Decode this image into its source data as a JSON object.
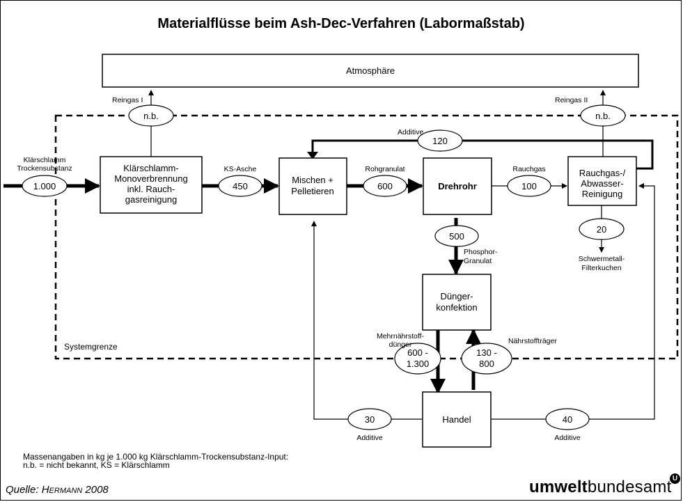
{
  "title": "Materialflüsse beim Ash-Dec-Verfahren (Labormaßstab)",
  "boxes": {
    "atmosphere": "Atmosphäre",
    "incineration": [
      "Klärschlamm-",
      "Monoverbrennung",
      "inkl. Rauch-",
      "gasreinigung"
    ],
    "mixing": [
      "Mischen +",
      "Pelletieren"
    ],
    "rotary_kiln": "Drehrohr",
    "flue_gas": [
      "Rauchgas-/",
      "Abwasser-",
      "Reinigung"
    ],
    "fertilizer": [
      "Dünger-",
      "konfektion"
    ],
    "trade": "Handel"
  },
  "flows": {
    "input": {
      "label": [
        "Klärschlamm",
        "Trockensubstanz"
      ],
      "value": "1.000"
    },
    "ks_asche": {
      "label": "KS-Asche",
      "value": "450"
    },
    "rohgranulat": {
      "label": "Rohgranulat",
      "value": "600"
    },
    "rauchgas": {
      "label": "Rauchgas",
      "value": "100"
    },
    "reingas_1": {
      "label": "Reingas I",
      "value": "n.b."
    },
    "reingas_2": {
      "label": "Reingas II",
      "value": "n.b."
    },
    "additive_loop": {
      "label": "Additive",
      "value": "120"
    },
    "filterkuchen": {
      "label": [
        "Schwermetall-",
        "Filterkuchen"
      ],
      "value": "20"
    },
    "phosphor": {
      "label": [
        "Phosphor-",
        "Granulat"
      ],
      "value": "500"
    },
    "mehrnaehrstoff": {
      "label": [
        "Mehrnährstoff-",
        "dünger"
      ],
      "value": [
        "600 -",
        "1.300"
      ]
    },
    "naehrstofftraeger": {
      "label": "Nährstoffträger",
      "value": [
        "130 -",
        "800"
      ]
    },
    "additive_left": {
      "label": "Additive",
      "value": "30"
    },
    "additive_right": {
      "label": "Additive",
      "value": "40"
    }
  },
  "system_boundary": "Systemgrenze",
  "footnote": [
    "Massenangaben in kg je 1.000 kg Klärschlamm-Trockensubstanz-Input:",
    "n.b. = nicht bekannt, KS = Klärschlamm"
  ],
  "source": {
    "prefix": "Quelle: ",
    "author": "Hermann",
    "year": " 2008"
  },
  "logo": {
    "bold": "umwelt",
    "regular": "bundesamt",
    "mark": "U"
  }
}
